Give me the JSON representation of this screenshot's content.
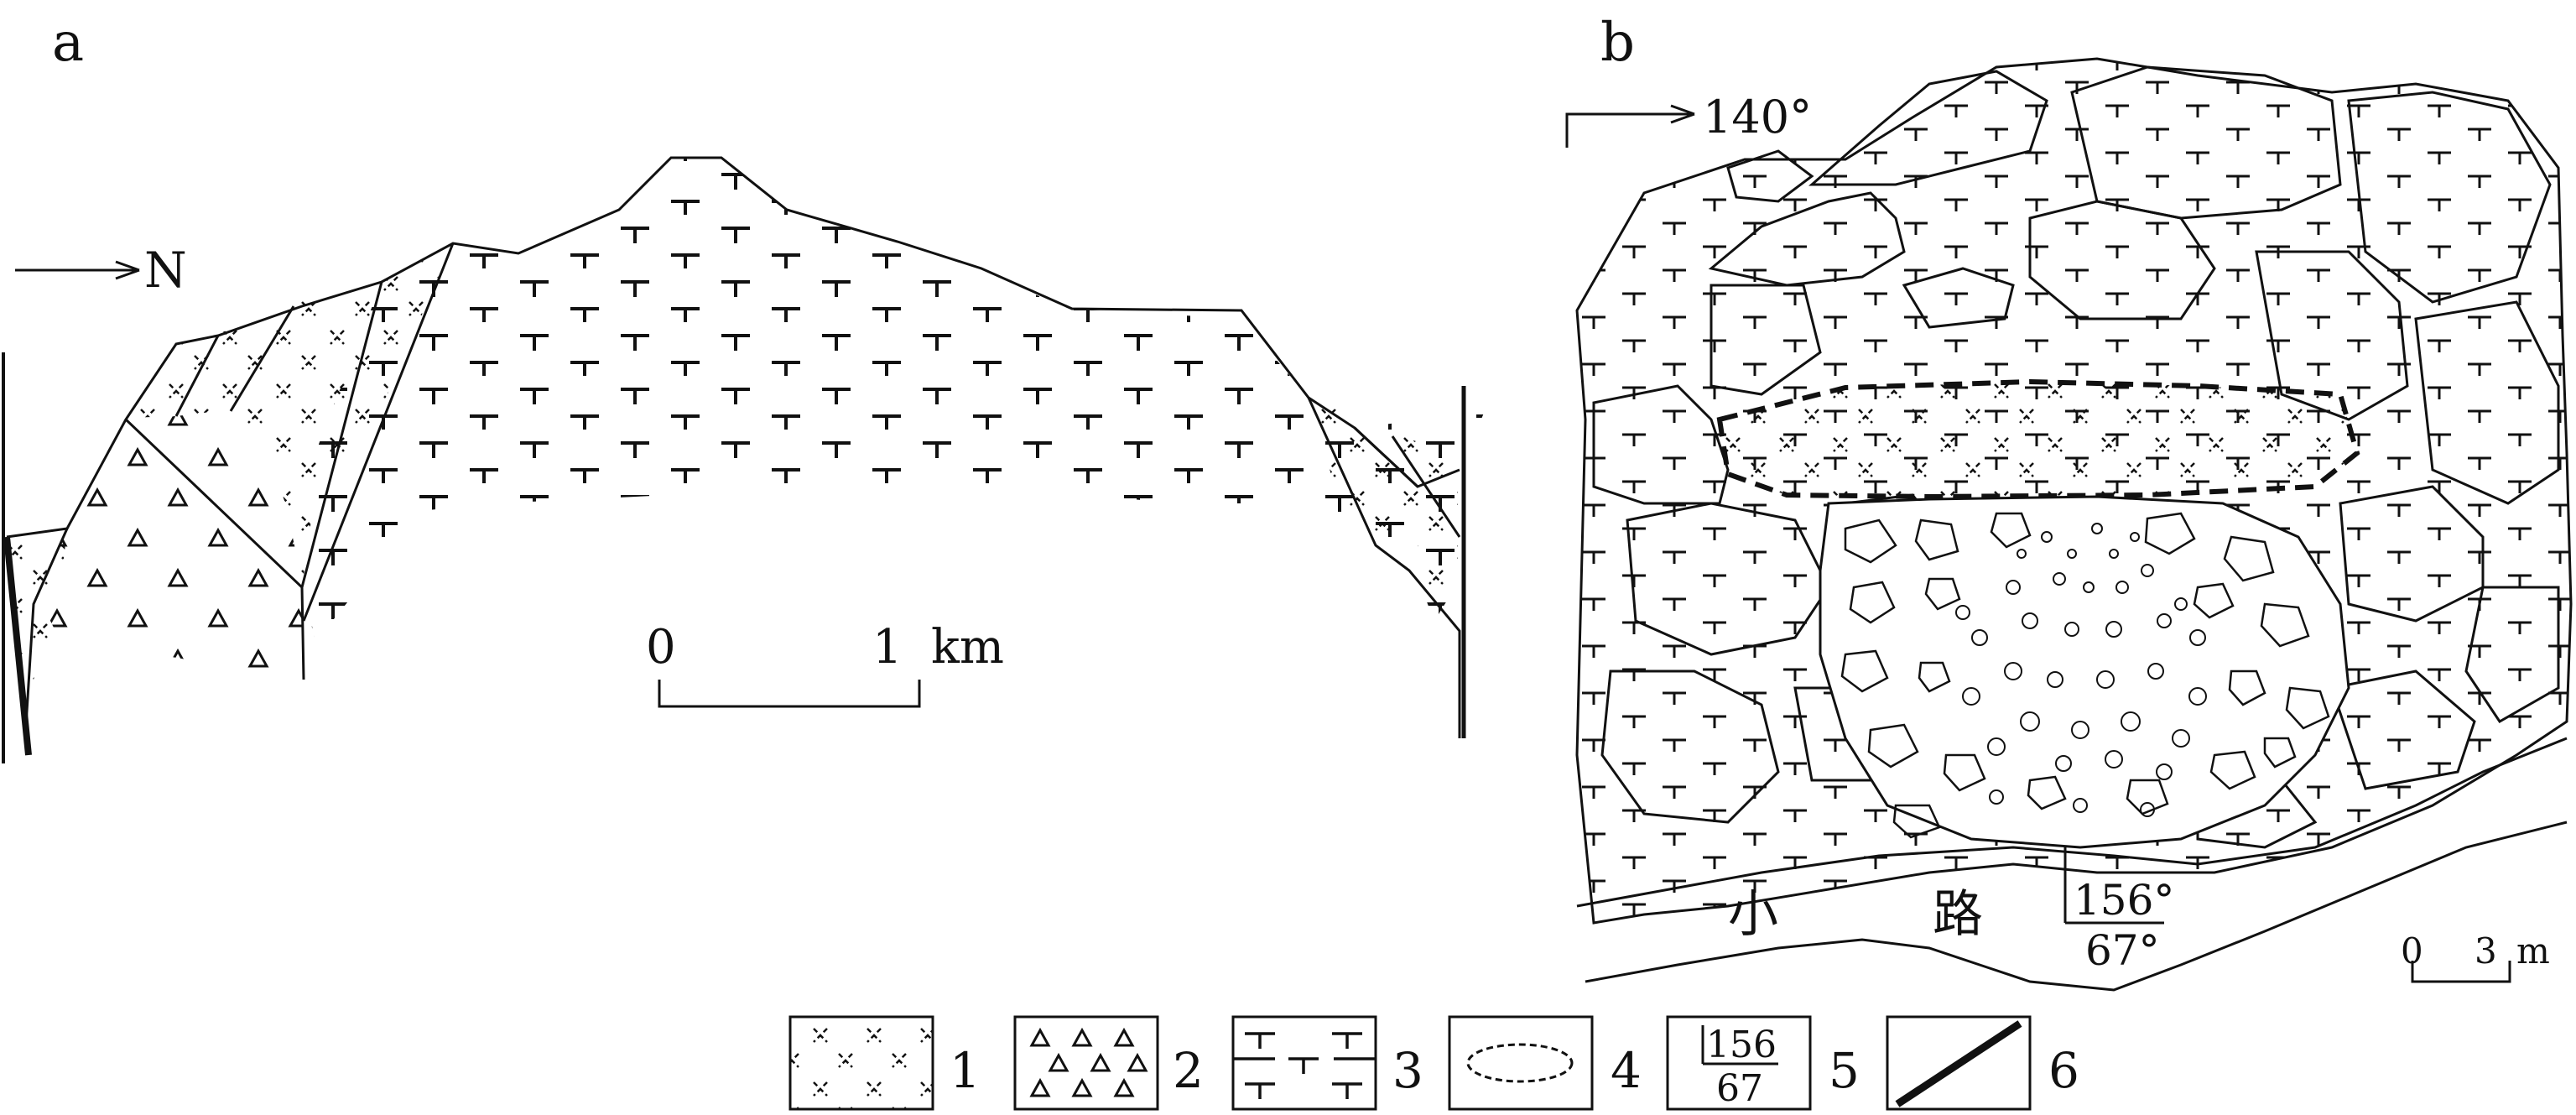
{
  "panel_a": {
    "label": "a",
    "direction": "N",
    "scale": {
      "start": "0",
      "end": "1",
      "unit": "km"
    }
  },
  "panel_b": {
    "label": "b",
    "direction": "140°",
    "road": [
      "小",
      "路"
    ],
    "attitude": {
      "dip_direction": "156°",
      "dip_angle": "67°"
    },
    "scale": {
      "start": "0",
      "end": "3",
      "unit": "m"
    }
  },
  "legend": [
    {
      "symbol": "granite-cross-pattern",
      "number": "1"
    },
    {
      "symbol": "breccia-triangle-pattern",
      "number": "2"
    },
    {
      "symbol": "limestone-t-pattern",
      "number": "3"
    },
    {
      "symbol": "dashed-ellipse",
      "number": "4"
    },
    {
      "symbol": "attitude-box",
      "number": "5",
      "top": "156",
      "bottom": "67"
    },
    {
      "symbol": "fault-line",
      "number": "6"
    }
  ]
}
